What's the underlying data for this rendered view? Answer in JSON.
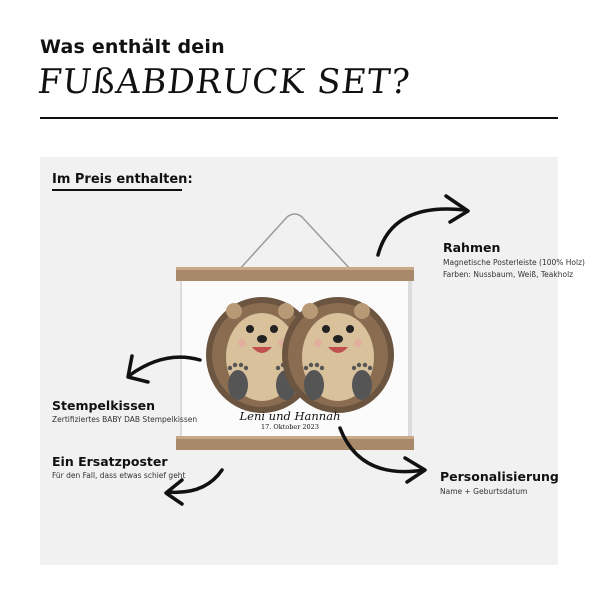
{
  "header": {
    "title_line1": "Was enthält dein",
    "title_line2": "FUßABDRUCK SET?"
  },
  "included": {
    "heading": "Im Preis enthalten:"
  },
  "items": {
    "rahmen": {
      "title": "Rahmen",
      "lines": [
        "Magnetische Posterleiste (100% Holz)",
        "Farben: Nussbaum, Weiß, Teakholz"
      ]
    },
    "stempelkissen": {
      "title": "Stempelkissen",
      "lines": [
        "Zertifiziertes BABY DAB Stempelkissen"
      ]
    },
    "ersatzposter": {
      "title": "Ein Ersatzposter",
      "lines": [
        "Für den Fall, dass etwas schief geht"
      ]
    },
    "personalisierung": {
      "title": "Personalisierung",
      "lines": [
        "Name + Geburtsdatum"
      ]
    }
  },
  "poster": {
    "names": "Leni und Hannah",
    "date": "17. Oktober 2023"
  },
  "colors": {
    "panel": "#f1f1f1",
    "wood": "#a8896a",
    "text": "#111111"
  }
}
